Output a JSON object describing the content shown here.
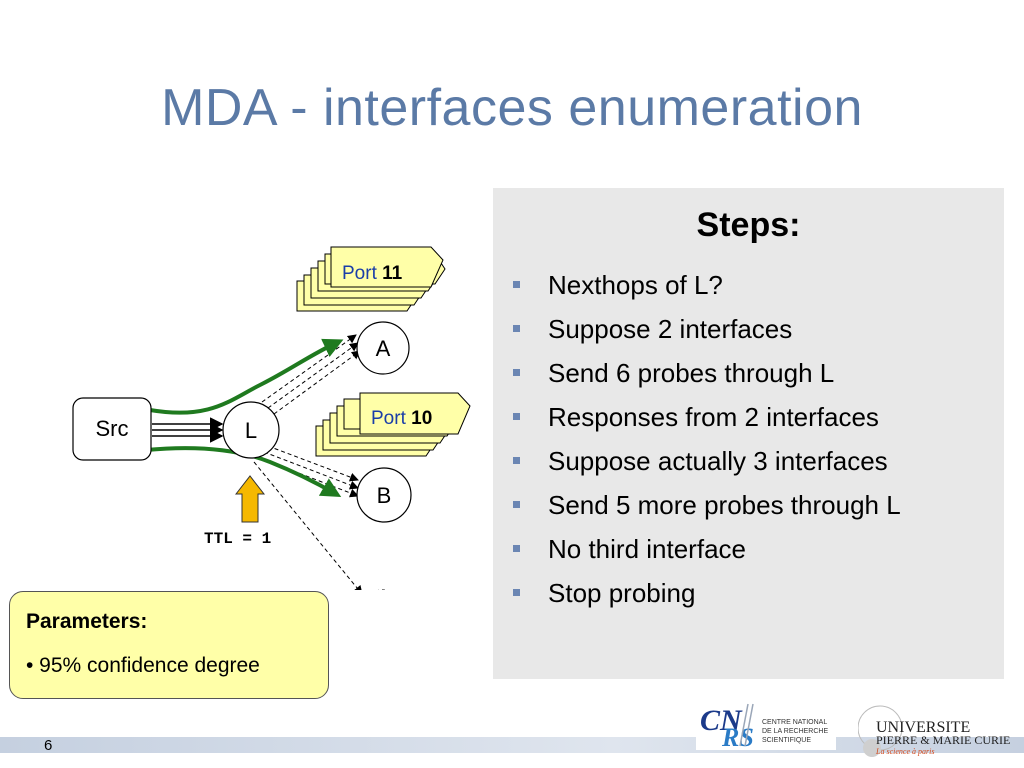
{
  "slide": {
    "title": "MDA - interfaces enumeration",
    "page_number": "6"
  },
  "steps": {
    "title": "Steps:",
    "items": [
      "Nexthops of L?",
      "Suppose 2 interfaces",
      "Send 6 probes through L",
      "Responses from 2 interfaces",
      "Suppose actually 3 interfaces",
      "Send 5 more probes through L",
      "No third interface",
      "Stop probing"
    ]
  },
  "parameters": {
    "title": "Parameters:",
    "item": "• 95% confidence degree"
  },
  "diagram": {
    "nodes": {
      "src": "Src",
      "l": "L",
      "a": "A",
      "b": "B"
    },
    "port_a": {
      "prefix": "Port ",
      "number": "11"
    },
    "port_b": {
      "prefix": "Port ",
      "number": "10"
    },
    "ttl_label": "TTL = 1"
  },
  "logos": {
    "cnrs_text": "CNRS",
    "cnrs_sub": [
      "CENTRE NATIONAL",
      "DE LA RECHERCHE",
      "SCIENTIFIQUE"
    ],
    "upmc_line1": "UNIVERSITE",
    "upmc_line2": "PIERRE & MARIE CURIE",
    "upmc_line3": "La science à paris"
  },
  "colors": {
    "title": "#5b7aa6",
    "green_path": "#1f7a1f",
    "port_fill": "#ffffa8",
    "arrow_up": "#f5b800",
    "fail_x": "#b3141d"
  }
}
